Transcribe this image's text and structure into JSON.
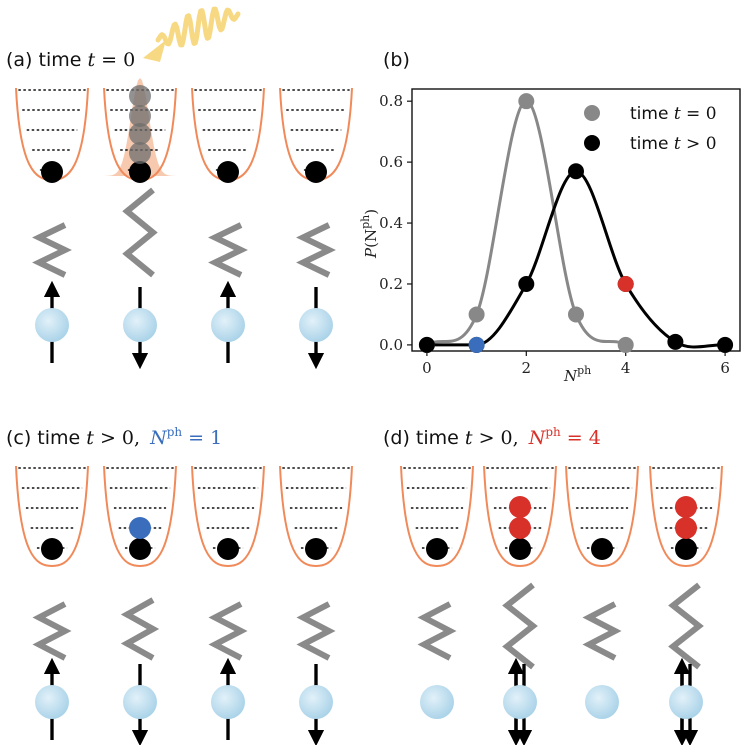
{
  "panels": {
    "a": {
      "label": "(a) time ",
      "math": "t",
      "rest": " = 0"
    },
    "b": {
      "label": "(b)"
    },
    "c": {
      "label": "(c) time ",
      "math": "t",
      "rest": " > 0,",
      "nph_sym": "N",
      "nph_sup": "ph",
      "nph_val": " = 1",
      "nph_color": "#3a6ebc"
    },
    "d": {
      "label": "(d) time ",
      "math": "t",
      "rest": " > 0,",
      "nph_sym": "N",
      "nph_sup": "ph",
      "nph_val": " = 4",
      "nph_color": "#d8312a"
    }
  },
  "colors": {
    "well": "#f08a5a",
    "ground_dot": "#000000",
    "blue_dot": "#3a6ebc",
    "red_dot": "#d8312a",
    "grey_dot": "#6e6e6e",
    "spring": "#8a8a8a",
    "spin_ball": "#b9dcee",
    "pulse": "#f7d984",
    "gaussian": "#f6c1a2",
    "curve_t0": "#888888",
    "curve_t1": "#000000"
  },
  "chart_data": {
    "type": "line",
    "xlabel_sym": "N",
    "xlabel_sup": "ph",
    "ylabel_sym": "P",
    "ylabel_arg": "(N",
    "ylabel_sup": "ph",
    "ylabel_close": ")",
    "xlim": [
      -0.3,
      6.3
    ],
    "ylim": [
      -0.02,
      0.84
    ],
    "xticks": [
      "0",
      "2",
      "4",
      "6"
    ],
    "yticks": [
      "0.0",
      "0.2",
      "0.4",
      "0.6",
      "0.8"
    ],
    "series": [
      {
        "name": "time t = 0",
        "legend_prefix": "time ",
        "legend_math": "t",
        "legend_rest": " = 0",
        "color": "#888888",
        "x": [
          0,
          1,
          2,
          3,
          4
        ],
        "y": [
          0.0,
          0.1,
          0.8,
          0.1,
          0.0
        ]
      },
      {
        "name": "time t > 0",
        "legend_prefix": "time ",
        "legend_math": "t",
        "legend_rest": " > 0",
        "color": "#000000",
        "x": [
          0,
          1,
          2,
          3,
          4,
          5,
          6
        ],
        "y": [
          0.0,
          0.0,
          0.2,
          0.57,
          0.2,
          0.01,
          0.0
        ]
      }
    ],
    "highlight": [
      {
        "x": 1,
        "y": 0.0,
        "color": "#3a6ebc"
      },
      {
        "x": 4,
        "y": 0.2,
        "color": "#d8312a"
      }
    ],
    "legend_position": "top-right"
  }
}
